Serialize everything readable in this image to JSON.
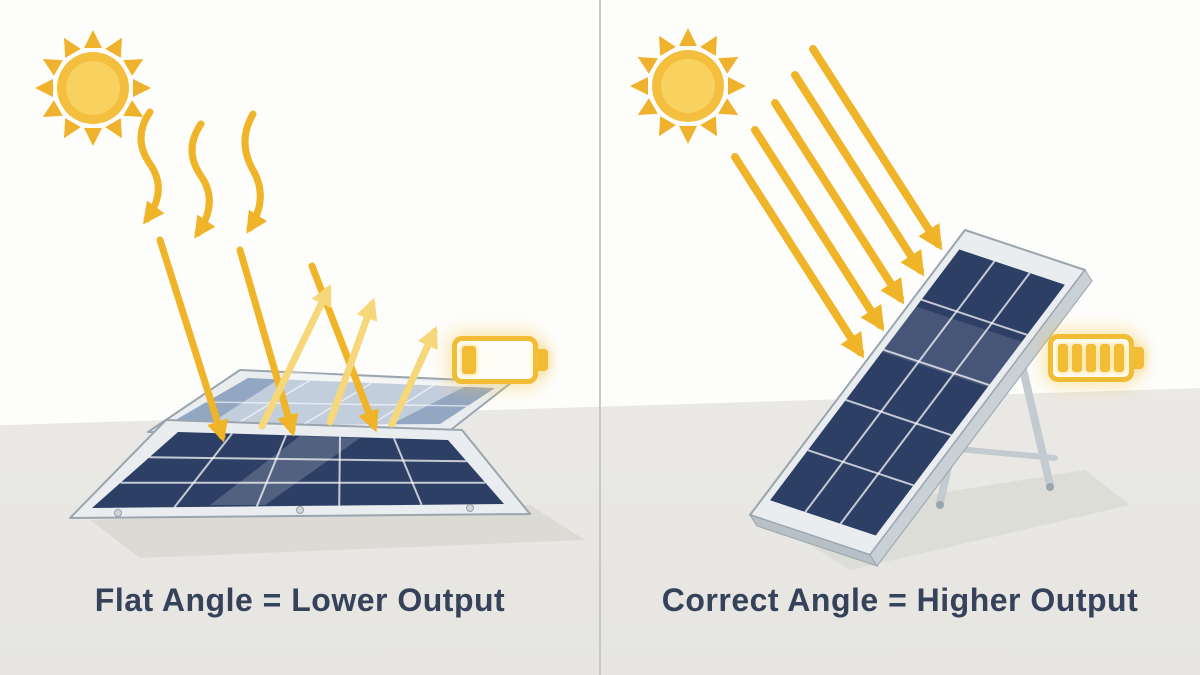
{
  "theme": {
    "accent_yellow": "#f2bd35",
    "arrow_yellow": "#f0b429",
    "arrow_light_yellow": "#f6d77a",
    "panel_blue": "#2e3f66",
    "text_color": "#36415a",
    "divider_color": "#c8c8c8"
  },
  "left_scene": {
    "caption": "Flat Angle = Lower Output",
    "battery": {
      "bars_filled": 1,
      "bars_total": 4
    },
    "icons": {
      "sun": "sun-icon",
      "rays": "sun-ray-arrows",
      "reflected_rays": "reflected-ray-arrows",
      "panel": "flat-solar-panel",
      "battery": "battery-low-icon"
    }
  },
  "right_scene": {
    "caption": "Correct Angle = Higher Output",
    "battery": {
      "bars_filled": 5,
      "bars_total": 5
    },
    "icons": {
      "sun": "sun-icon",
      "rays": "sun-ray-arrows",
      "panel": "tilted-solar-panel",
      "stand": "panel-stand-legs",
      "battery": "battery-full-icon"
    }
  }
}
